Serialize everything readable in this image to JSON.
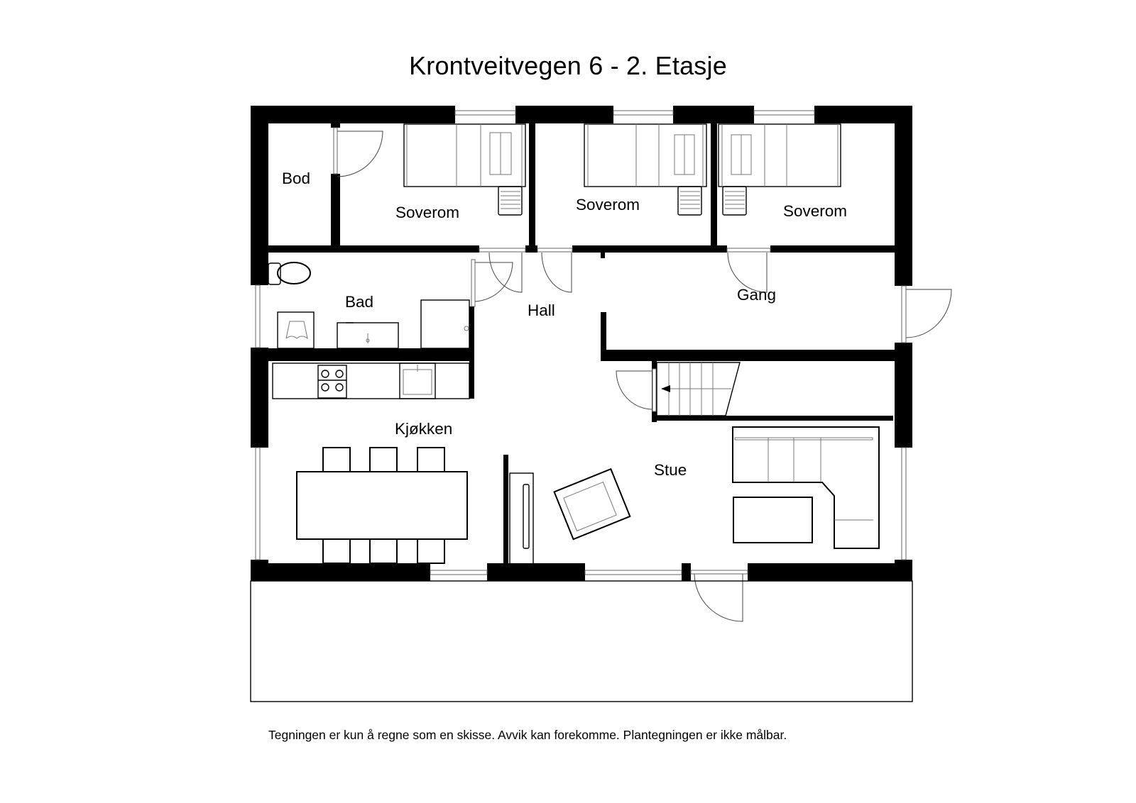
{
  "header": {
    "title": "Krontveitvegen 6 - 2. Etasje"
  },
  "rooms": {
    "bod": "Bod",
    "soverom_1": "Soverom",
    "soverom_2": "Soverom",
    "soverom_3": "Soverom",
    "bad": "Bad",
    "hall": "Hall",
    "gang": "Gang",
    "kjokken": "Kjøkken",
    "stue": "Stue"
  },
  "footer": {
    "disclaimer": "Tegningen er kun å regne som en skisse. Avvik kan forekomme. Plantegningen er ikke målbar."
  },
  "colors": {
    "wall": "#000000",
    "background": "#ffffff",
    "fixture_line": "#777777"
  }
}
